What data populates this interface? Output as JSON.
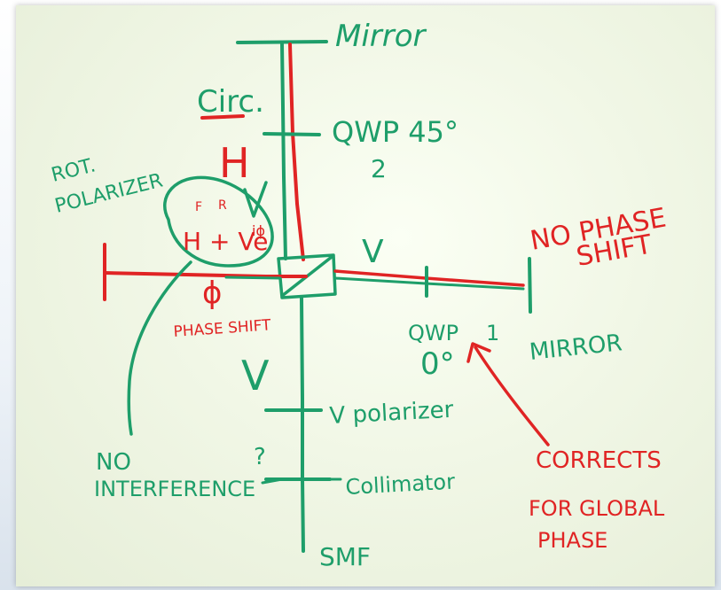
{
  "labels": {
    "mirror_top": "Mirror",
    "circ": "Circ.",
    "qwp45": "QWP 45°",
    "qwp45_num": "2",
    "h_top": "H",
    "rot_polarizer_1": "ROT.",
    "rot_polarizer_2": "POLARIZER",
    "small_v": "V",
    "f_label": "F",
    "r_label": "R",
    "h_plus_v": "H + Ve",
    "exponent": "iϕ",
    "no_phase_1": "NO PHASE",
    "no_phase_2": "SHIFT",
    "v_right": "V",
    "phi": "ϕ",
    "phase_shift": "PHASE SHIFT",
    "qwp0_1": "QWP",
    "qwp0_num": "1",
    "qwp0_2": "0°",
    "mirror_right": "MIRROR",
    "v_lower": "V",
    "v_polarizer": "V polarizer",
    "question": "?",
    "no_interf_1": "NO",
    "no_interf_2": "INTERFERENCE",
    "collimator": "Collimator",
    "corrects_1": "CORRECTS",
    "corrects_2": "FOR GLOBAL",
    "corrects_3": "PHASE",
    "smf": "SMF"
  },
  "colors": {
    "green_marker": "#1e9e6a",
    "red_marker": "#e02424",
    "board": "#f1f7e6"
  }
}
